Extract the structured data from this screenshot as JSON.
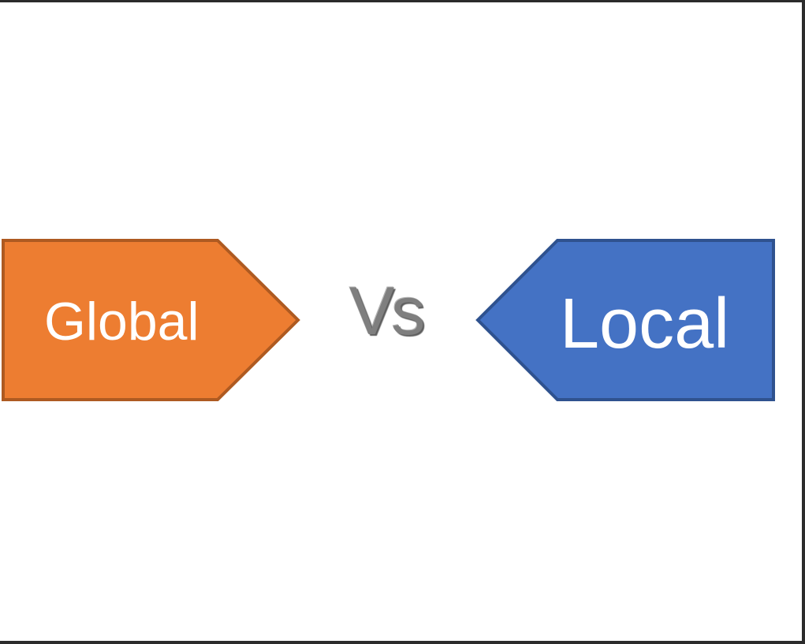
{
  "slide": {
    "left_shape": {
      "label": "Global",
      "shape": "pentagon-arrow-right",
      "fill": "#ED7D31",
      "stroke": "#AE5A21"
    },
    "center": {
      "label": "Vs",
      "color": "#7F7F7F"
    },
    "right_shape": {
      "label": "Local",
      "shape": "pentagon-arrow-left",
      "fill": "#4472C4",
      "stroke": "#2F528F"
    }
  }
}
